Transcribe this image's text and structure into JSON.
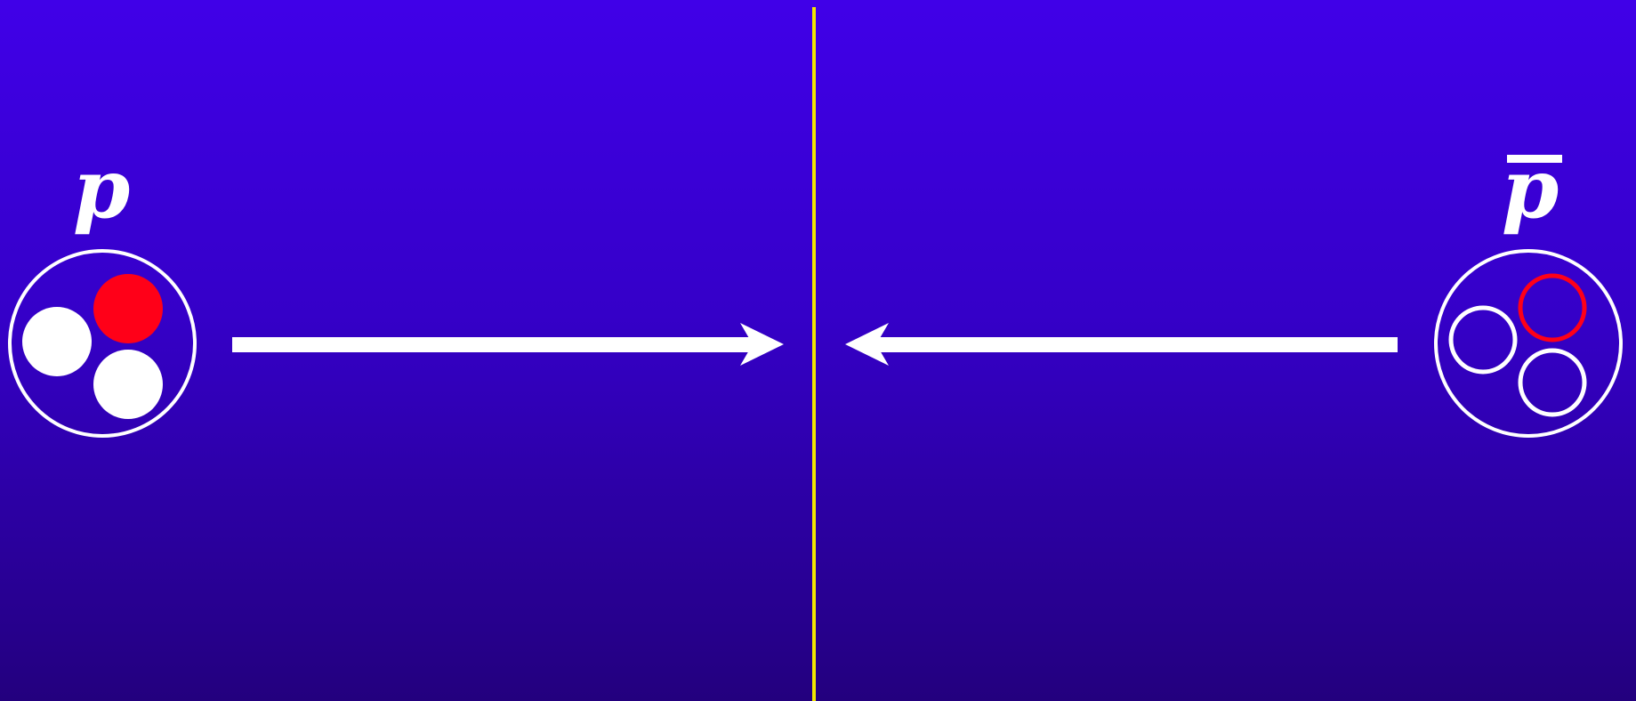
{
  "labels": {
    "proton": "p",
    "antiproton": "p"
  },
  "colors": {
    "background_top": "#4000e8",
    "background_bottom": "#23007e",
    "center_line": "#f2e600",
    "outline": "#ffffff",
    "quark_red": "#ff0018",
    "quark_white": "#ffffff"
  },
  "particles": {
    "proton": {
      "quarks": [
        "white",
        "red",
        "white"
      ],
      "style": "filled"
    },
    "antiproton": {
      "quarks": [
        "white",
        "red",
        "white"
      ],
      "style": "hollow"
    }
  }
}
